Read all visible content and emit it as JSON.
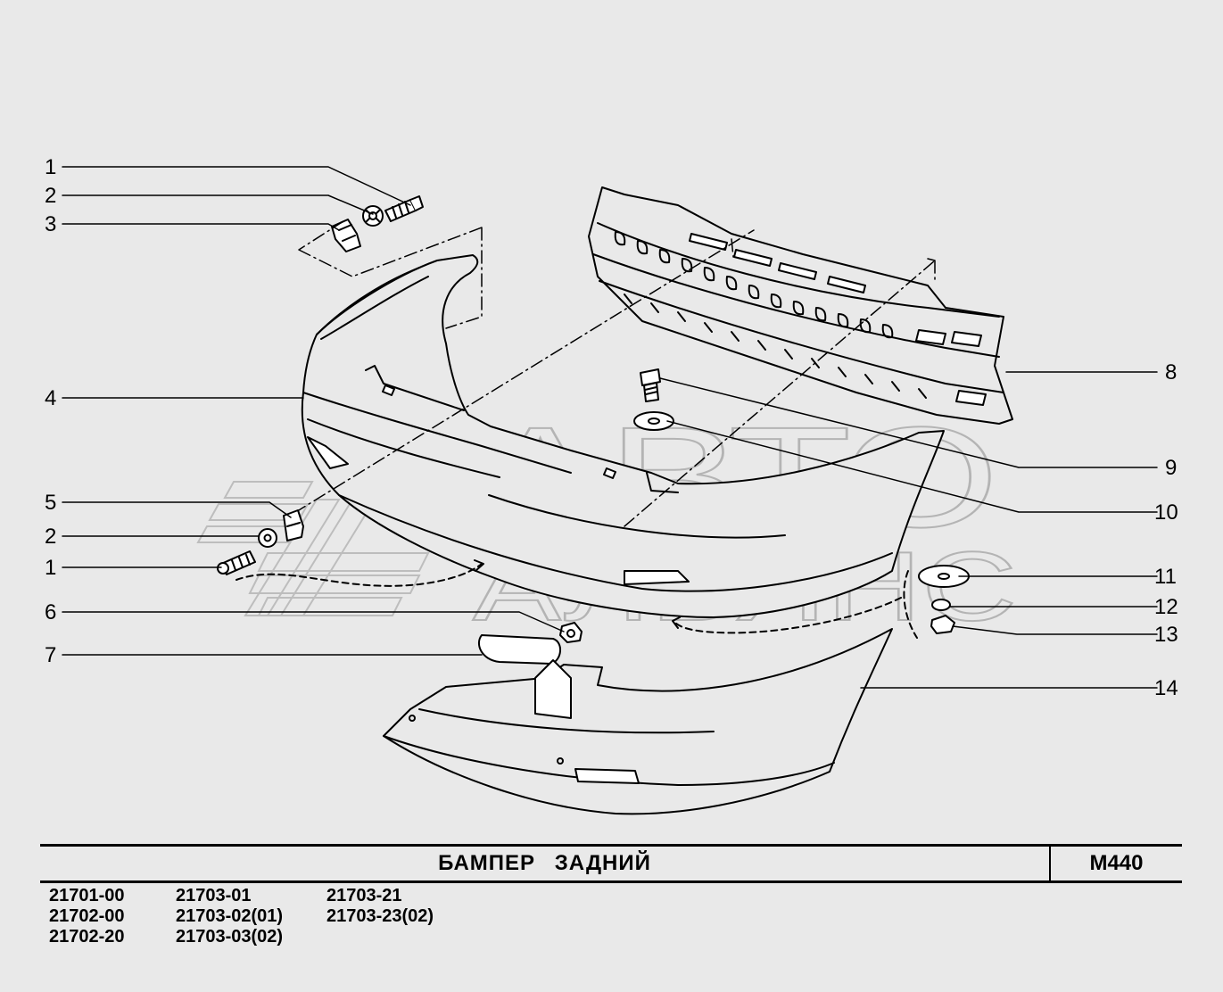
{
  "callouts": [
    {
      "number": "1"
    },
    {
      "number": "2"
    },
    {
      "number": "3"
    },
    {
      "number": "4"
    },
    {
      "number": "5"
    },
    {
      "number": "2"
    },
    {
      "number": "1"
    },
    {
      "number": "6"
    },
    {
      "number": "7"
    },
    {
      "number": "8"
    },
    {
      "number": "9"
    },
    {
      "number": "10"
    },
    {
      "number": "11"
    },
    {
      "number": "12"
    },
    {
      "number": "13"
    },
    {
      "number": "14"
    }
  ],
  "watermark": {
    "line1": "АВТО",
    "line2": "АЛЬЯНС"
  },
  "title_block": {
    "title": "БАМПЕР   ЗАДНИЙ",
    "code": "M440"
  },
  "models": {
    "col1": [
      "21701-00",
      "21702-00",
      "21702-20"
    ],
    "col2": [
      "21703-01",
      "21703-02(01)",
      "21703-03(02)"
    ],
    "col3": [
      "21703-21",
      "21703-23(02)"
    ]
  },
  "colors": {
    "background": "#e9e9e9",
    "line": "#000000",
    "watermark": "#c8c8c8"
  }
}
